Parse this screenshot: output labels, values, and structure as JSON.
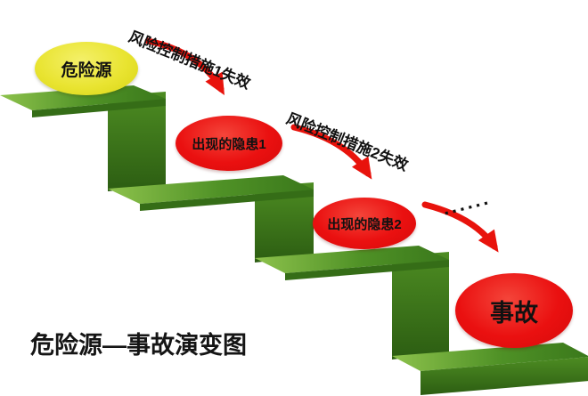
{
  "diagram": {
    "caption": "危险源—事故演变图",
    "nodes": {
      "hazard": {
        "label": "危险源",
        "color": "#e9e431"
      },
      "danger1": {
        "label": "出现的隐患1",
        "color": "#ea1010"
      },
      "danger2": {
        "label": "出现的隐患2",
        "color": "#ea1010"
      },
      "accident": {
        "label": "事故",
        "color": "#ea1010"
      }
    },
    "edges": {
      "label1": "风险控制措施1失效",
      "label2": "风险控制措施2失效",
      "dots": "......"
    },
    "colors": {
      "step_top_green": "#4a8a22",
      "step_front_green": "#2f6214",
      "arrow_red": "#e8130c",
      "text_black": "#111111",
      "background": "#ffffff"
    }
  }
}
